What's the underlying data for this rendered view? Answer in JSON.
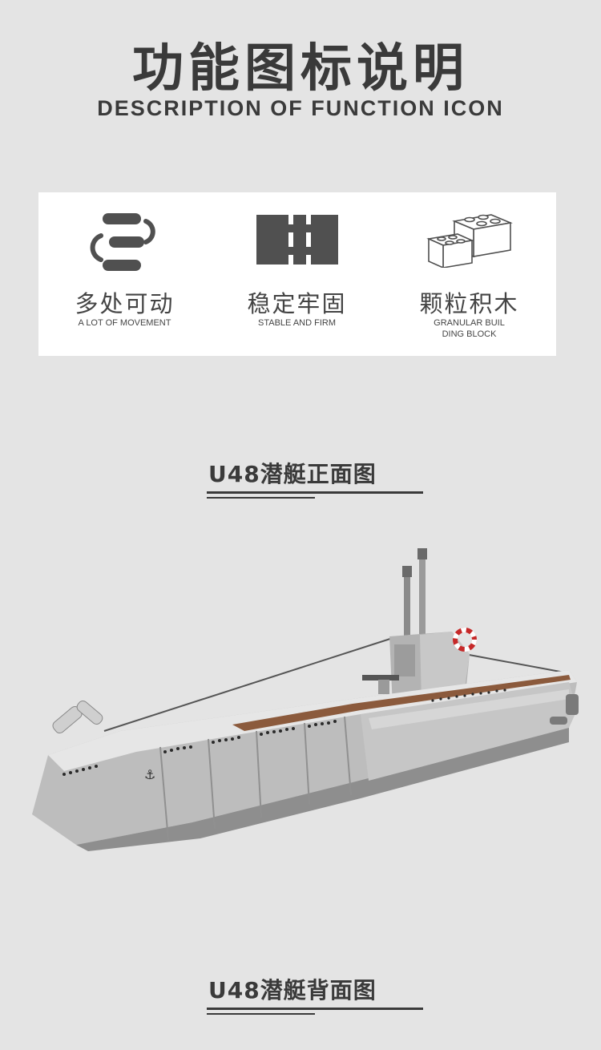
{
  "header": {
    "title": "功能图标说明",
    "subtitle": "DESCRIPTION OF FUNCTION ICON"
  },
  "features": [
    {
      "icon": "movement-icon",
      "label_cn": "多处可动",
      "label_en": "A LOT OF MOVEMENT"
    },
    {
      "icon": "stable-firm-icon",
      "label_cn": "稳定牢固",
      "label_en": "STABLE AND FIRM"
    },
    {
      "icon": "building-block-icon",
      "label_cn": "颗粒积木",
      "label_en_line1": "GRANULAR BUIL",
      "label_en_line2": "DING BLOCK"
    }
  ],
  "sections": {
    "front_view": "U48潜艇正面图",
    "back_view": "U48潜艇背面图"
  },
  "colors": {
    "background": "#e4e4e4",
    "panel": "#ffffff",
    "text": "#3a3a3a",
    "hull": "#a8a8a8",
    "deck": "#8b5a3c"
  }
}
